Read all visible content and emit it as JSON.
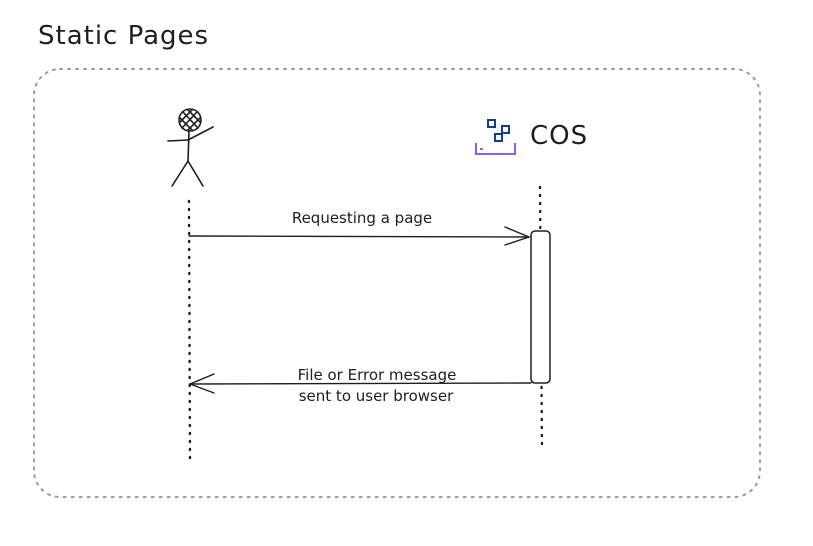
{
  "diagram": {
    "title": "Static Pages",
    "service": {
      "name": "COS",
      "icon": "cos-storage-icon"
    },
    "actor": {
      "icon": "user-stick-figure-icon"
    },
    "messages": [
      {
        "lines": [
          "Requesting a page"
        ],
        "direction": "actor-to-service"
      },
      {
        "lines": [
          "File or Error message",
          "sent to user browser"
        ],
        "direction": "service-to-actor"
      }
    ],
    "colors": {
      "stroke": "#1e1e1e",
      "boundary": "#9a9a9a",
      "icon_blue": "#0f3d91",
      "icon_purple": "#8a5cf6"
    }
  }
}
